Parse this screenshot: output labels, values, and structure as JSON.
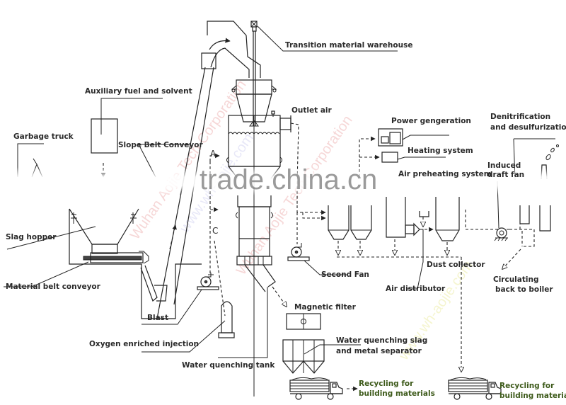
{
  "labels": {
    "transition_warehouse": "Transition material warehouse",
    "auxiliary_fuel": "Auxiliary fuel and solvent",
    "garbage_truck": "Garbage truck",
    "slope_belt_conveyor": "Slope Belt Conveyor",
    "outlet_air": "Outlet air",
    "power_generation": "Power gengeration",
    "heating_system": "Heating system",
    "air_preheating": "Air preheating system",
    "denitrification_1": "Denitrification",
    "denitrification_2": "and desulfurization",
    "induced_1": "Induced",
    "induced_2": "draft fan",
    "slag_hopper": "Slag hopper",
    "material_belt_conveyor": "Material belt conveyor",
    "second_fan": "Second Fan",
    "dust_collector": "Dust collector",
    "air_distributor": "Air distributor",
    "circulating_1": "Circulating",
    "circulating_2": "back  to boiler",
    "blast": "Blast",
    "magnetic_filter": "Magnetic filter",
    "oxygen_injection": "Oxygen enriched injection",
    "water_quench_separator_1": "Water quenching slag",
    "water_quench_separator_2": "and metal separator",
    "water_quenching_tank": "Water quenching tank",
    "recycling_left_1": "Recycling for",
    "recycling_left_2": "building materials",
    "recycling_right_1": "Recycling for",
    "recycling_right_2": "building materials",
    "marker_a": "A",
    "marker_c": "C"
  },
  "watermarks": {
    "main": "trade.china.cn",
    "corp_1": "Wuhan Aojie Tech Corporation",
    "corp_2": "www.wh-aojie.com",
    "corp_3": "Wuhan Aojie Tech Corporation",
    "corp_4": "www.wh-aojie.com"
  },
  "colors": {
    "line": "#222222",
    "text": "#2a2a2a",
    "watermark_red": "#e68c8c",
    "watermark_blue": "#bebeeb"
  }
}
